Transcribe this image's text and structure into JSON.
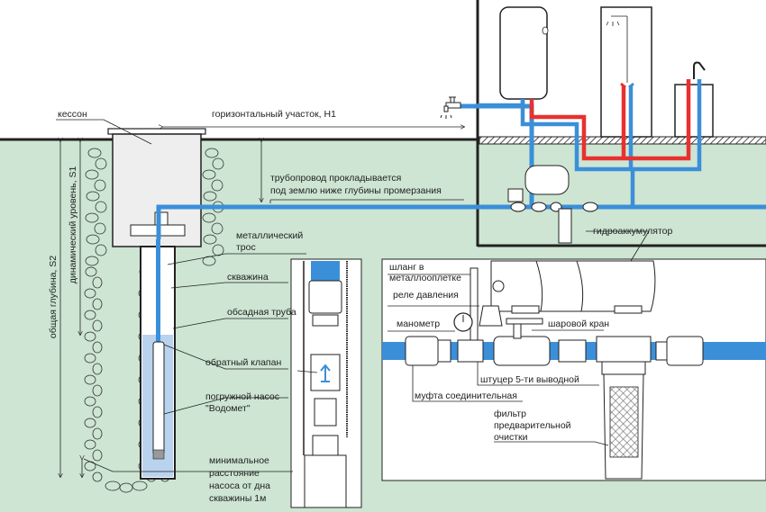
{
  "diagram": {
    "title": "Схема водоснабжения частного дома из скважины",
    "colors": {
      "soil": "#cde5d2",
      "sky": "#ffffff",
      "cold_pipe": "#3b8fd9",
      "hot_pipe": "#e8312f",
      "water_in_well": "#b9d3ee",
      "caisson_fill": "#eeeeee",
      "outline": "#222222"
    },
    "labels": {
      "caisson": "кессон",
      "horizontal_section": "горизонтальный участок, H1",
      "pipeline_line1": "трубопровод прокладывается",
      "pipeline_line2": "под землю ниже глубины промерзания",
      "total_depth": "общая глубина, S2",
      "dynamic_level": "динамический уровень, S1",
      "metal_cable_line1": "металлический",
      "metal_cable_line2": "трос",
      "well": "скважина",
      "casing_pipe": "обсадная труба",
      "check_valve": "обратный клапан",
      "pump_line1": "погружной насос",
      "pump_line2": "\"Водомет\"",
      "min_dist_line1": "минимальное",
      "min_dist_line2": "расстояние",
      "min_dist_line3": "насоса от дна",
      "min_dist_line4": "скважины 1м",
      "accumulator": "гидроаккумулятор",
      "braided_hose_line1": "шланг в",
      "braided_hose_line2": "металлооплетке",
      "pressure_switch": "реле давления",
      "manometer": "манометр",
      "ball_valve": "шаровой кран",
      "five_way_fitting": "штуцер 5-ти выводной",
      "coupling": "муфта соединительная",
      "filter_line1": "фильтр",
      "filter_line2": "предварительной",
      "filter_line3": "очистки"
    },
    "components": [
      {
        "name": "water-heater",
        "icon": "boiler-tank-icon"
      },
      {
        "name": "shower",
        "icon": "shower-head-icon"
      },
      {
        "name": "sink",
        "icon": "faucet-icon"
      },
      {
        "name": "outdoor-tap",
        "icon": "tap-icon"
      },
      {
        "name": "pumping-station",
        "icon": "pressure-tank-icon"
      },
      {
        "name": "check-valve-arrow",
        "icon": "arrow-up-icon"
      }
    ]
  }
}
